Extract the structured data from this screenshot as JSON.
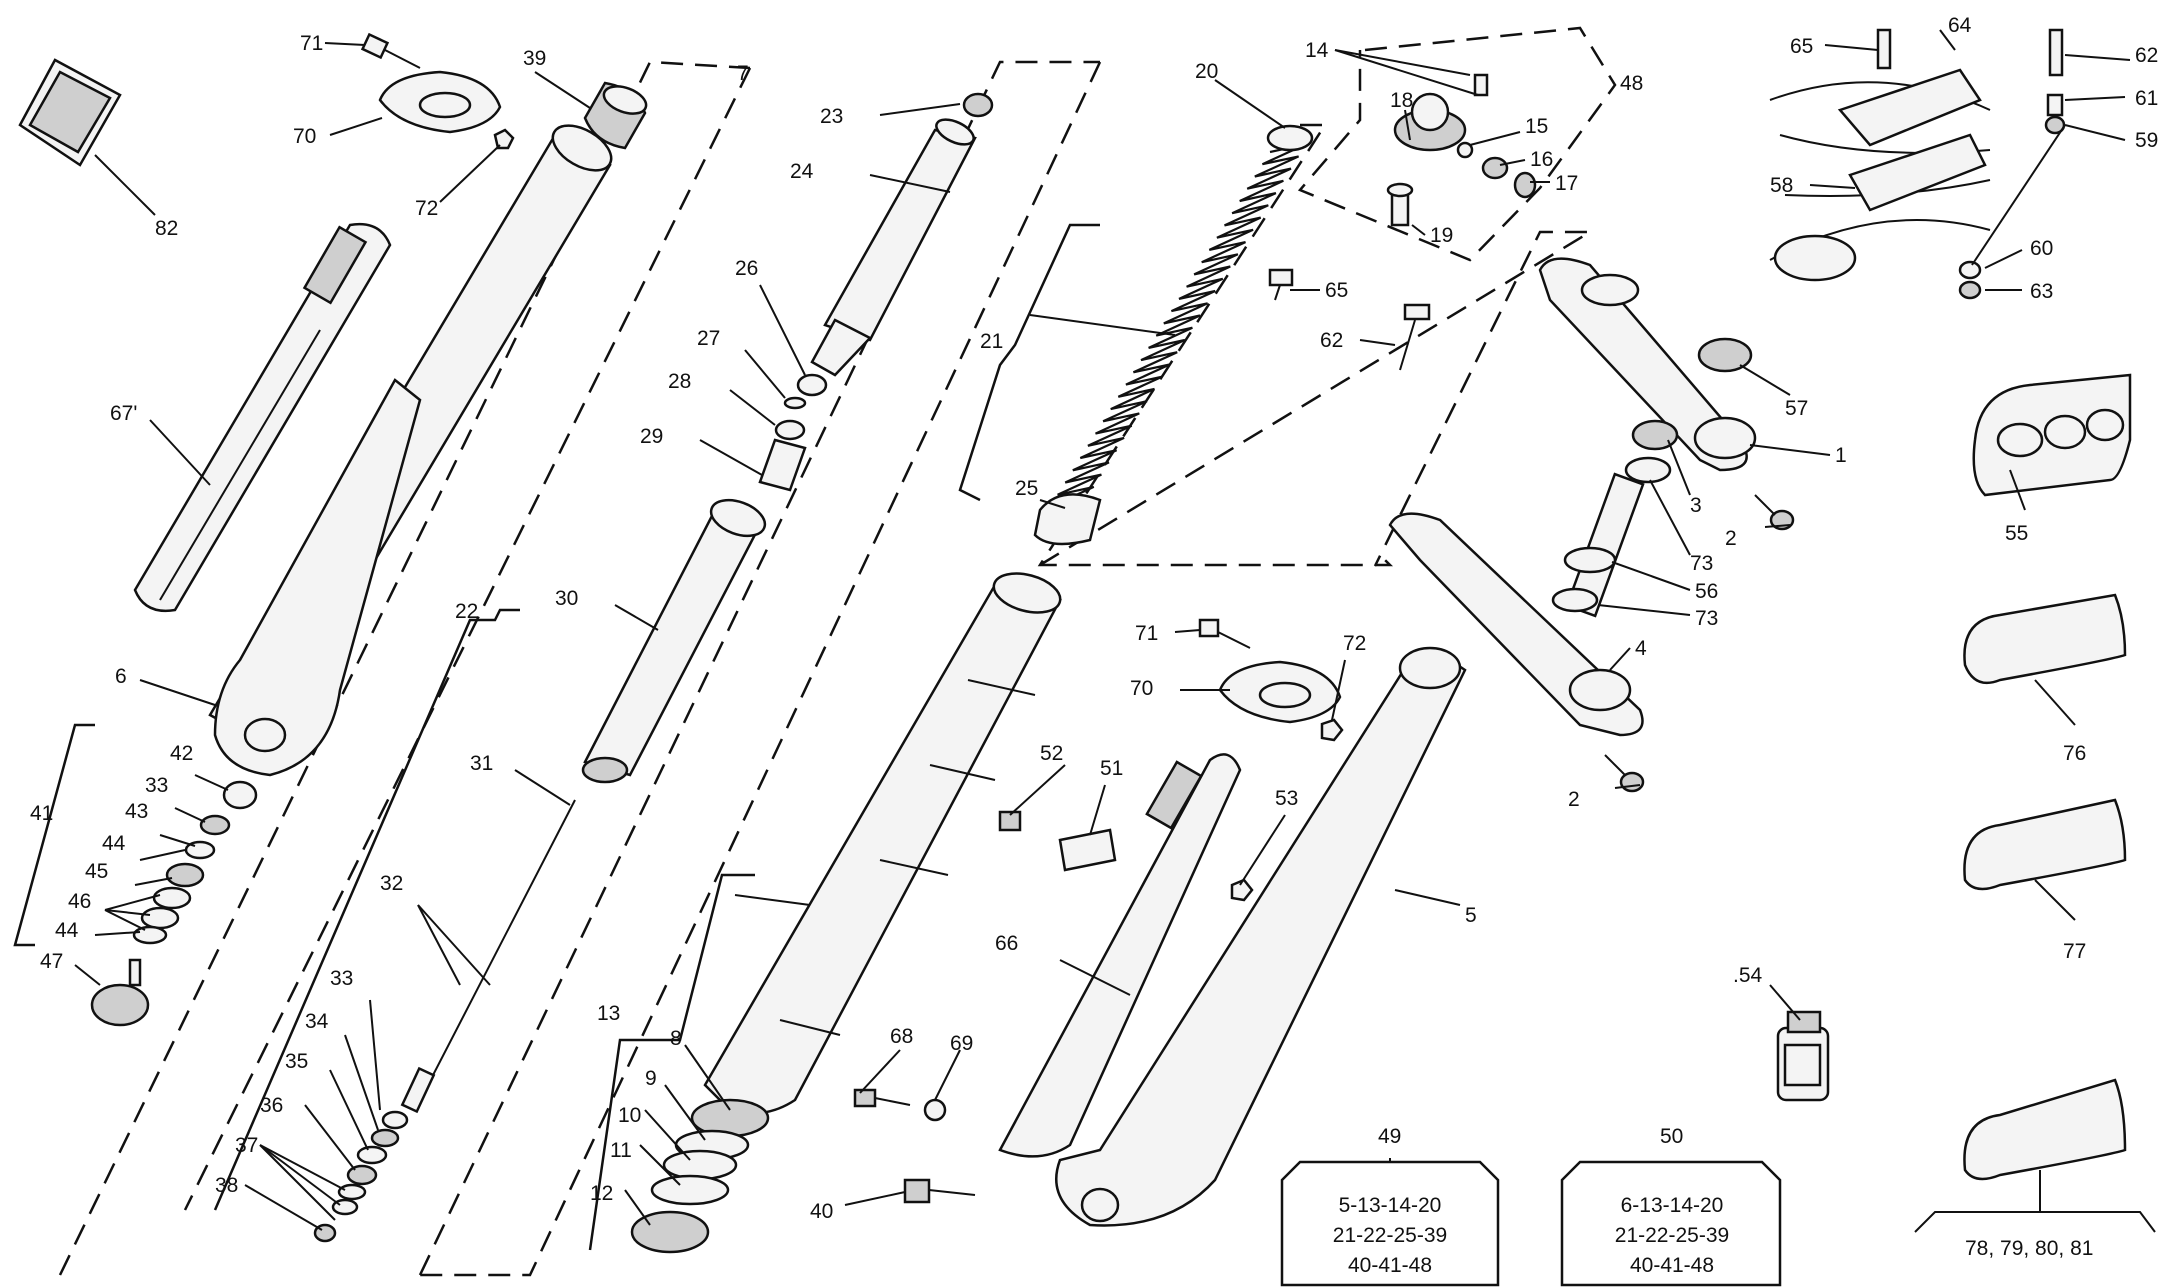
{
  "diagram": {
    "labels": [
      {
        "id": "l71a",
        "text": "71"
      },
      {
        "id": "l70a",
        "text": "70"
      },
      {
        "id": "l72a",
        "text": "72"
      },
      {
        "id": "l82",
        "text": "82"
      },
      {
        "id": "l39",
        "text": "39"
      },
      {
        "id": "l7",
        "text": "7"
      },
      {
        "id": "l67",
        "text": "67'"
      },
      {
        "id": "l6",
        "text": "6"
      },
      {
        "id": "l22",
        "text": "22"
      },
      {
        "id": "l41",
        "text": "41"
      },
      {
        "id": "l42",
        "text": "42"
      },
      {
        "id": "l33a",
        "text": "33"
      },
      {
        "id": "l43",
        "text": "43"
      },
      {
        "id": "l44a",
        "text": "44"
      },
      {
        "id": "l45",
        "text": "45"
      },
      {
        "id": "l46",
        "text": "46"
      },
      {
        "id": "l44b",
        "text": "44"
      },
      {
        "id": "l47",
        "text": "47"
      },
      {
        "id": "l23",
        "text": "23"
      },
      {
        "id": "l24",
        "text": "24"
      },
      {
        "id": "l26",
        "text": "26"
      },
      {
        "id": "l27",
        "text": "27"
      },
      {
        "id": "l28",
        "text": "28"
      },
      {
        "id": "l29",
        "text": "29"
      },
      {
        "id": "l30",
        "text": "30"
      },
      {
        "id": "l31",
        "text": "31"
      },
      {
        "id": "l32",
        "text": "32"
      },
      {
        "id": "l33b",
        "text": "33"
      },
      {
        "id": "l34",
        "text": "34"
      },
      {
        "id": "l35",
        "text": "35"
      },
      {
        "id": "l36",
        "text": "36"
      },
      {
        "id": "l37",
        "text": "37"
      },
      {
        "id": "l38",
        "text": "38"
      },
      {
        "id": "l13",
        "text": "13"
      },
      {
        "id": "l8",
        "text": "8"
      },
      {
        "id": "l9",
        "text": "9"
      },
      {
        "id": "l10",
        "text": "10"
      },
      {
        "id": "l11",
        "text": "11"
      },
      {
        "id": "l12",
        "text": "12"
      },
      {
        "id": "l20",
        "text": "20"
      },
      {
        "id": "l21",
        "text": "21"
      },
      {
        "id": "l25",
        "text": "25"
      },
      {
        "id": "l14",
        "text": "14"
      },
      {
        "id": "l48",
        "text": "48"
      },
      {
        "id": "l18",
        "text": "18"
      },
      {
        "id": "l15",
        "text": "15"
      },
      {
        "id": "l16",
        "text": "16"
      },
      {
        "id": "l17",
        "text": "17"
      },
      {
        "id": "l19",
        "text": "19"
      },
      {
        "id": "l65a",
        "text": "65"
      },
      {
        "id": "l62a",
        "text": "62"
      },
      {
        "id": "l57",
        "text": "57"
      },
      {
        "id": "l1",
        "text": "1"
      },
      {
        "id": "l3",
        "text": "3"
      },
      {
        "id": "l2a",
        "text": "2"
      },
      {
        "id": "l73a",
        "text": "73"
      },
      {
        "id": "l56",
        "text": "56"
      },
      {
        "id": "l73b",
        "text": "73"
      },
      {
        "id": "l4",
        "text": "4"
      },
      {
        "id": "l2b",
        "text": "2"
      },
      {
        "id": "l71b",
        "text": "71"
      },
      {
        "id": "l72b",
        "text": "72"
      },
      {
        "id": "l70b",
        "text": "70"
      },
      {
        "id": "l52",
        "text": "52"
      },
      {
        "id": "l51",
        "text": "51"
      },
      {
        "id": "l53",
        "text": "53"
      },
      {
        "id": "l66",
        "text": "66"
      },
      {
        "id": "l5",
        "text": "5"
      },
      {
        "id": "l68",
        "text": "68"
      },
      {
        "id": "l69",
        "text": "69"
      },
      {
        "id": "l40",
        "text": "40"
      },
      {
        "id": "l54",
        "text": ".54"
      },
      {
        "id": "l65b",
        "text": "65"
      },
      {
        "id": "l64",
        "text": "64"
      },
      {
        "id": "l62b",
        "text": "62"
      },
      {
        "id": "l61",
        "text": "61"
      },
      {
        "id": "l59",
        "text": "59"
      },
      {
        "id": "l58",
        "text": "58"
      },
      {
        "id": "l60",
        "text": "60"
      },
      {
        "id": "l63",
        "text": "63"
      },
      {
        "id": "l55",
        "text": "55"
      },
      {
        "id": "l76",
        "text": "76"
      },
      {
        "id": "l77",
        "text": "77"
      },
      {
        "id": "l78",
        "text": "78, 79, 80, 81"
      },
      {
        "id": "l49",
        "text": "49"
      },
      {
        "id": "l50",
        "text": "50"
      }
    ],
    "kits": [
      {
        "number": "49",
        "lines": [
          "5-13-14-20",
          "21-22-25-39",
          "40-41-48"
        ]
      },
      {
        "number": "50",
        "lines": [
          "6-13-14-20",
          "21-22-25-39",
          "40-41-48"
        ]
      }
    ]
  }
}
